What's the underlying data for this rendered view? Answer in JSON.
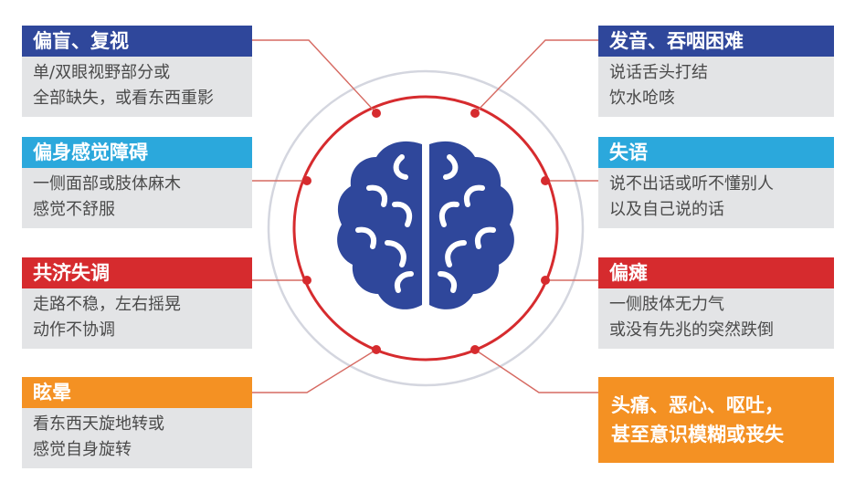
{
  "colors": {
    "blue": "#2f479b",
    "cyan": "#2ba8dc",
    "red": "#d62b2e",
    "orange": "#f49123",
    "gray": "#e3e4e6"
  },
  "center": {
    "icon": "brain-icon"
  },
  "left": [
    {
      "title": "偏盲、复视",
      "lines": [
        "单/双眼视野部分或",
        "全部缺失，或看东西重影"
      ]
    },
    {
      "title": "偏身感觉障碍",
      "lines": [
        "一侧面部或肢体麻木",
        "感觉不舒服"
      ]
    },
    {
      "title": "共济失调",
      "lines": [
        "走路不稳，左右摇晃",
        "动作不协调"
      ]
    },
    {
      "title": "眩晕",
      "lines": [
        "看东西天旋地转或",
        "感觉自身旋转"
      ]
    }
  ],
  "right": [
    {
      "title": "发音、吞咽困难",
      "lines": [
        "说话舌头打结",
        "饮水呛咳"
      ]
    },
    {
      "title": "失语",
      "lines": [
        "说不出话或听不懂别人",
        "以及自己说的话"
      ]
    },
    {
      "title": "偏瘫",
      "lines": [
        "一侧肢体无力气",
        "或没有先兆的突然跌倒"
      ]
    },
    {
      "title": "",
      "lines": [
        "头痛、恶心、呕吐，",
        "甚至意识模糊或丧失"
      ]
    }
  ]
}
